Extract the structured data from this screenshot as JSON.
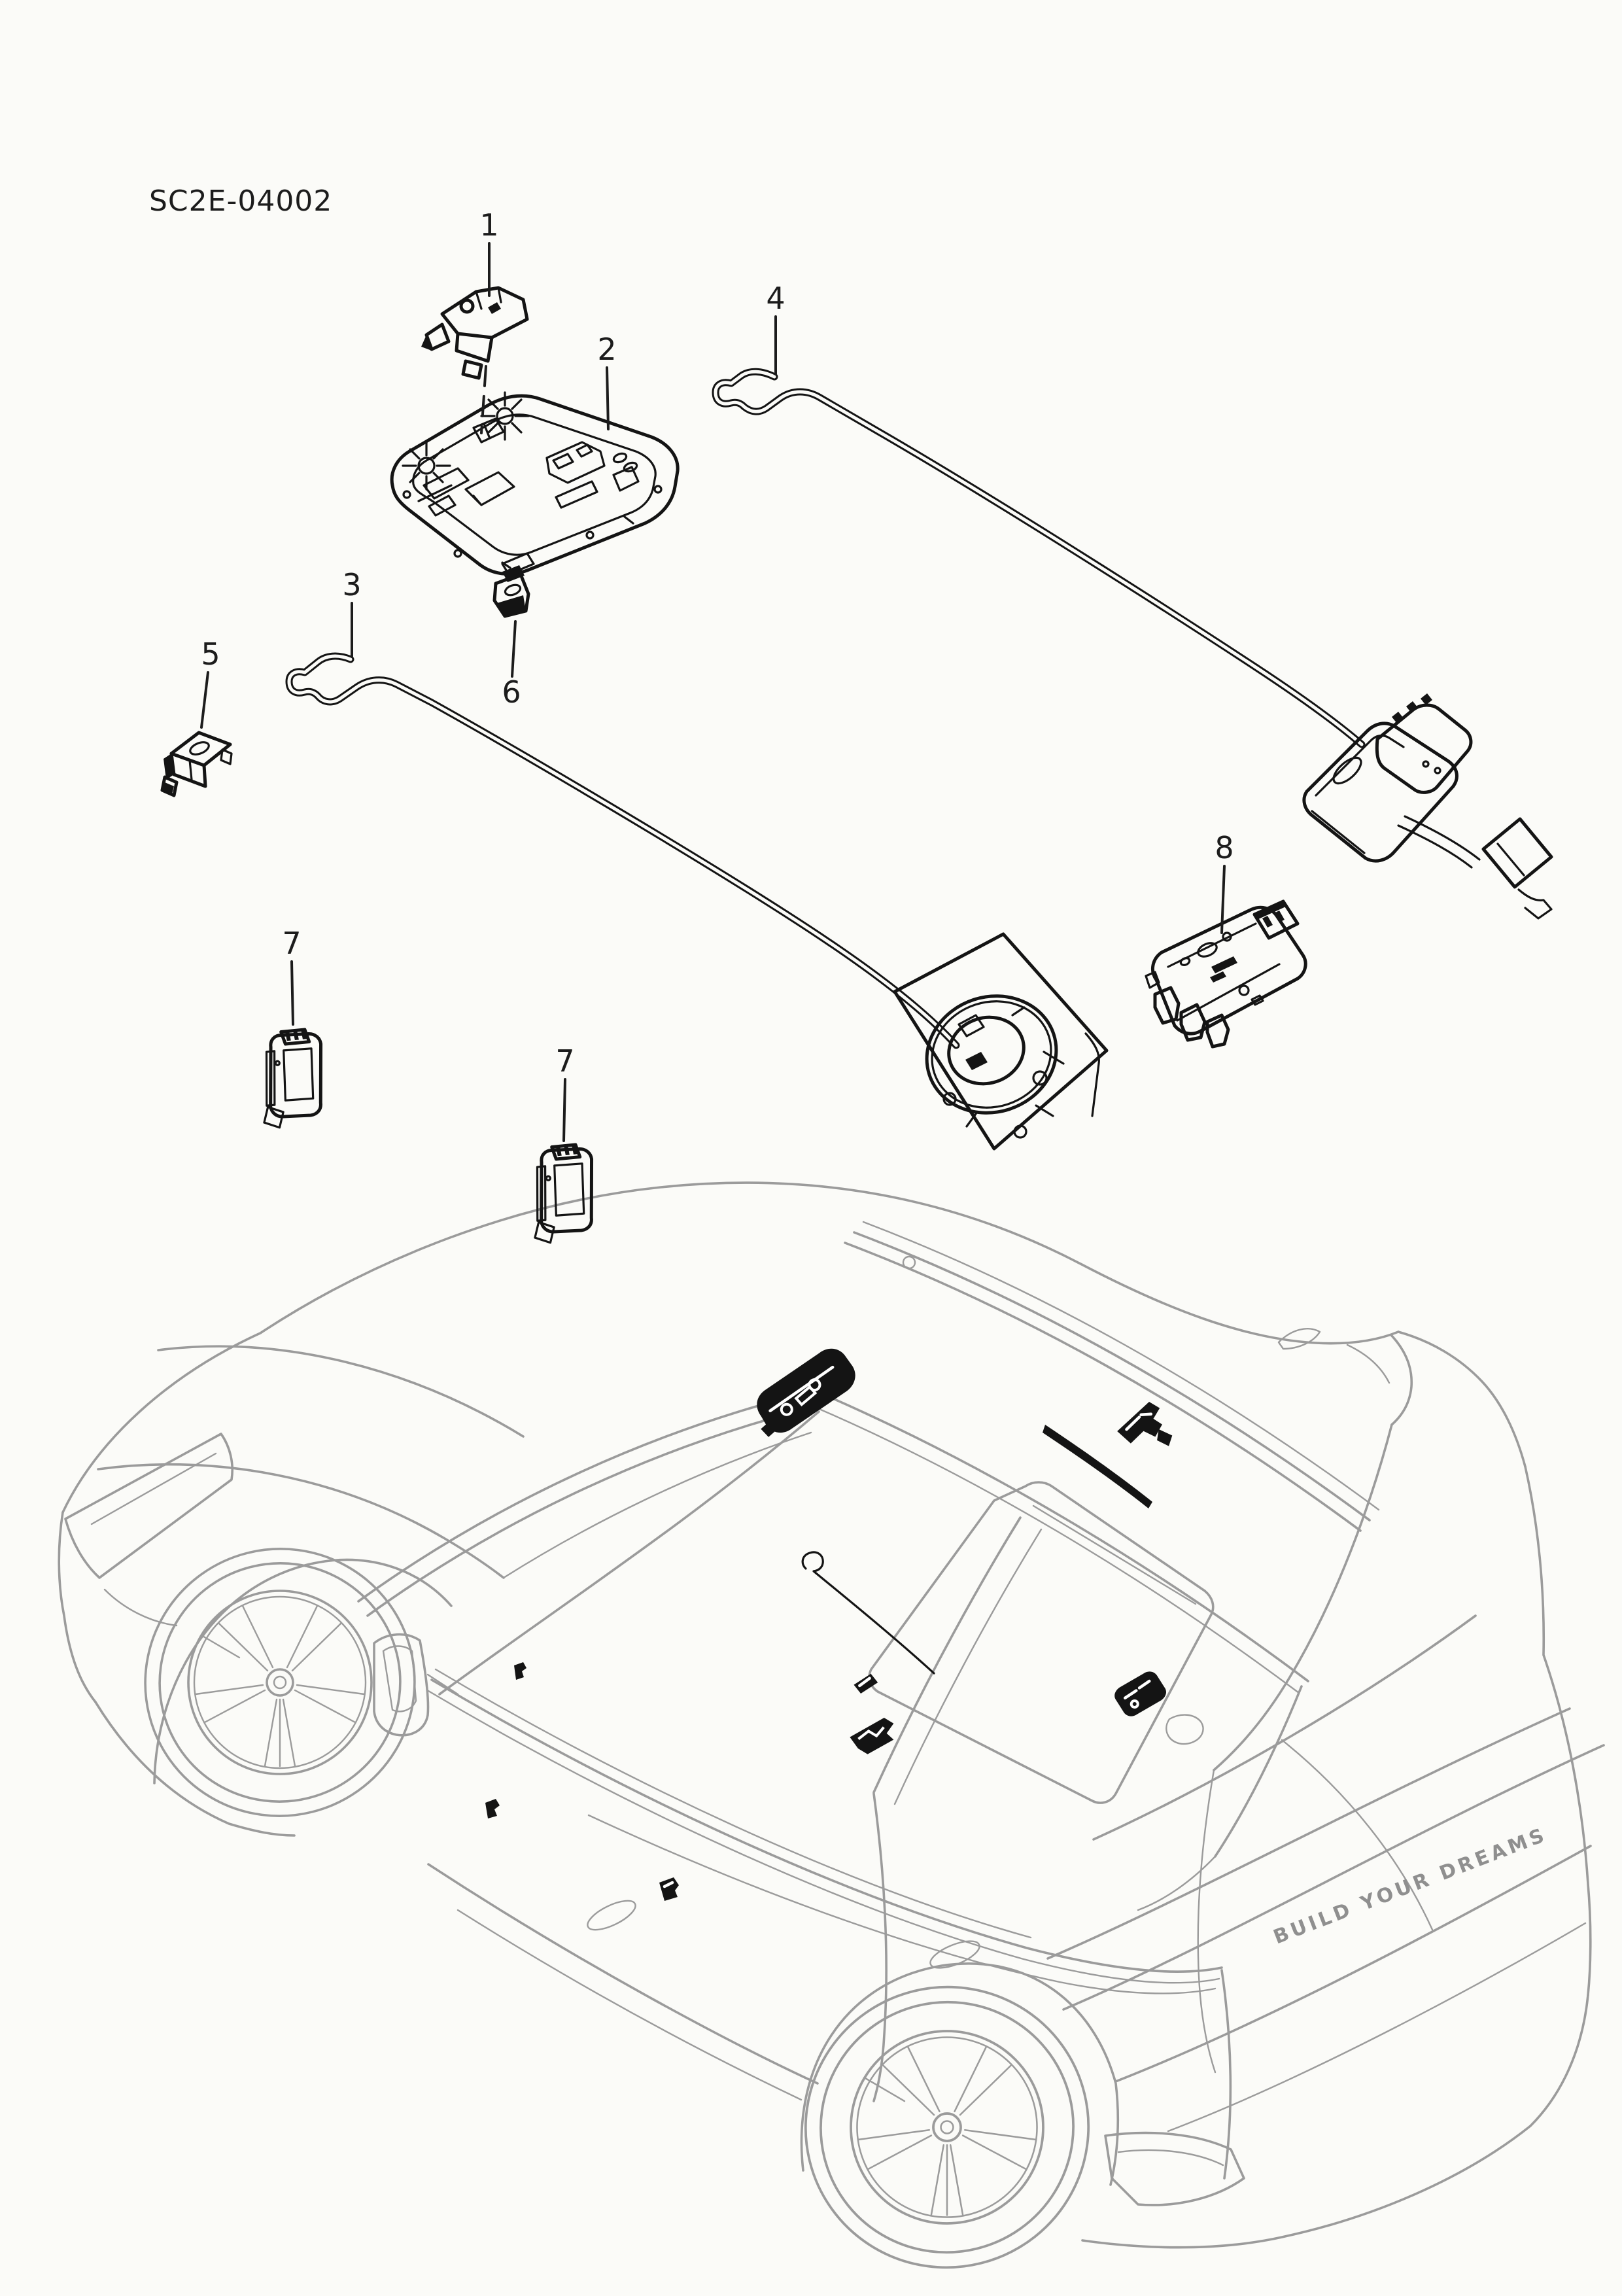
{
  "diagram": {
    "code": "SC2E-04002",
    "brand_text": "BUILD YOUR DREAMS",
    "colors": {
      "page_bg": "#fbfbf8",
      "part_line": "#141414",
      "car_line": "#9b9b9b",
      "label_color": "#1c1c1c",
      "brand_color": "#8f8f8f"
    },
    "callouts": [
      {
        "number": "1"
      },
      {
        "number": "2"
      },
      {
        "number": "3"
      },
      {
        "number": "4"
      },
      {
        "number": "5"
      },
      {
        "number": "6"
      },
      {
        "number": "7"
      },
      {
        "number": "7"
      },
      {
        "number": "8"
      }
    ]
  }
}
